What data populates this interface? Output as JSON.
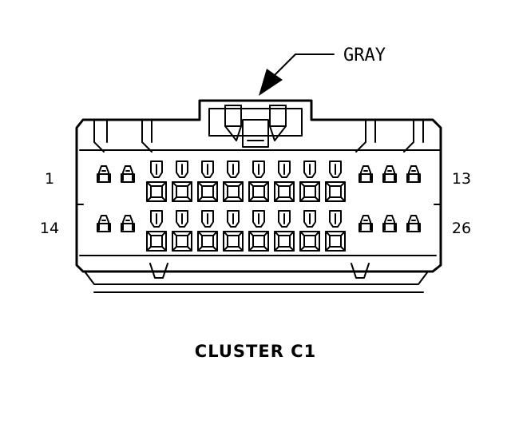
{
  "connector": {
    "color_callout": "GRAY",
    "caption": "CLUSTER C1",
    "pin_labels": {
      "top_left": "1",
      "top_right": "13",
      "bottom_left": "14",
      "bottom_right": "26"
    }
  },
  "colors": {
    "line": "#000000",
    "background": "#ffffff"
  }
}
